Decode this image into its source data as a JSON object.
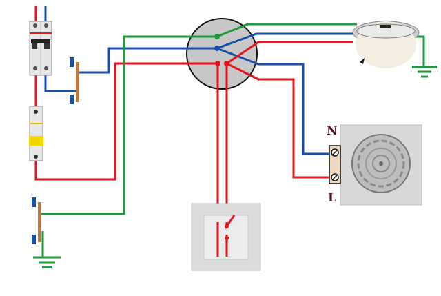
{
  "labels": {
    "neutral": "N",
    "live": "L"
  },
  "colors": {
    "live": "#e8141b",
    "neutral": "#1a4fa8",
    "earth": "#1e9a3a",
    "terminal_label": "#5a0f1e"
  },
  "components": [
    "double-pole-breaker",
    "single-pole-breaker",
    "neutral-bus-bar",
    "earth-bus-bar",
    "junction-box",
    "ceiling-lamp",
    "light-switch",
    "exhaust-fan",
    "earth-ground"
  ]
}
